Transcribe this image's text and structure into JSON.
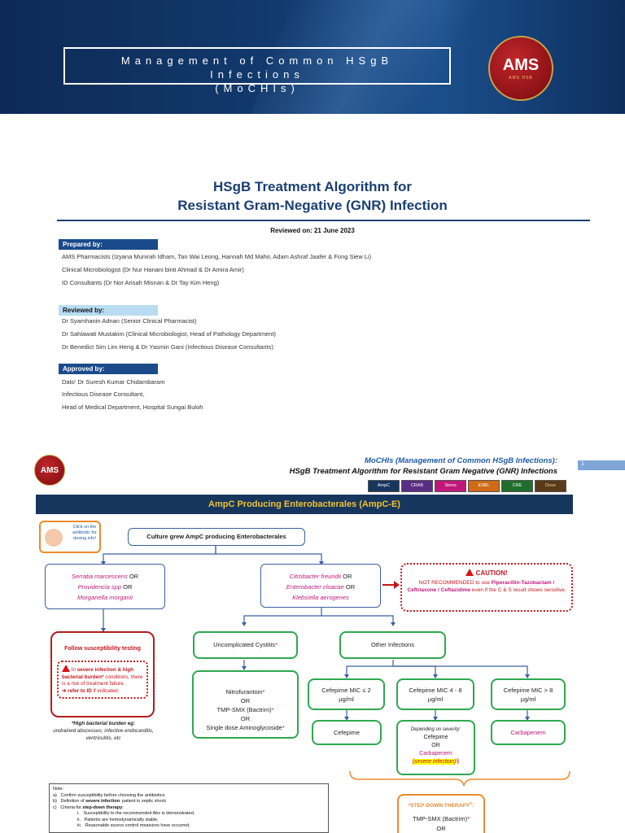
{
  "banner": {
    "title_line1": "Management of Common HSgB Infections",
    "title_line2": "(MoCHIs)",
    "logo_text": "AMS",
    "logo_sub": "AMS HSB"
  },
  "document": {
    "title_line1": "HSgB Treatment Algorithm for",
    "title_line2": "Resistant Gram-Negative (GNR) Infection",
    "reviewed_on": "Reviewed on: 21 June 2023",
    "prepared_by": {
      "label": "Prepared by:",
      "lines": [
        "AMS Pharmacists (Izyana Munirah Idham, Tan Wai Leong, Hannah Md Mahir,  Adam Ashraf Jaafer & Fong Siew Li)",
        "Clinical Microbiologist (Dr Nur Hanani binti Ahmad & Dr Amira Amir)",
        "ID Consultants (Dr Nor Arisah Misnan & Dr Tay Kim Heng)"
      ]
    },
    "reviewed_by": {
      "label": "Reviewed by:",
      "lines": [
        "Dr Syamhanin Adnan (Senior Clinical Pharmacist)",
        "Dr Sahlawati Mustakim (Clinical Microbiologist, Head of Pathology Department)",
        "Dr Benedict Sim Lim Heng & Dr Yasmin Gani (Infectious Disease Consultants)"
      ]
    },
    "approved_by": {
      "label": "Approved by:",
      "lines": [
        "Dato' Dr Suresh Kumar Chidambaram",
        "Infectious Disease Consultant,",
        "Head of Medical Department, Hospital Sungai Buloh"
      ]
    }
  },
  "slide": {
    "logo_text": "AMS",
    "title1": "MoCHIs (Management of Common HSgB Infections):",
    "title2": "HSgB Treatment Algorithm for Resistant Gram Negative (GNR) Infections",
    "page_number": "1",
    "tabs": [
      "AmpC",
      "CRAB",
      "Steno",
      "ESBL",
      "CRE",
      "Dose"
    ],
    "section_title": "AmpC Producing Enterobacterales (AmpC-E)",
    "hint": "Click on the antibiotic for dosing info!",
    "culture": "Culture grew AmpC producing Enterobacterales",
    "left_org": {
      "org1": "Serratia marcescens",
      "org2": "Providencia spp",
      "org3": "Morganella morganii",
      "or": "OR"
    },
    "right_org": {
      "org1": "Citrobacter freundii",
      "org2": "Enterobacter cloacae",
      "org3": "Klebsiella aerogenes",
      "or": "OR"
    },
    "caution": {
      "title": "CAUTION!",
      "text_pre": "NOT RECOMMENDED to use ",
      "drugs": "Piperacillin-Tazobactam / Ceftriaxone / Ceftazidime",
      "text_post": " even if the C & S result shows sensitive."
    },
    "follow": {
      "title": "Follow susceptibility testing",
      "warn_pre": "In ",
      "warn_bold": "severe infection & high bacterial burden*",
      "warn_post": " conditions, there is a risk of treatment failure.",
      "refer_bold": "refer to ID",
      "refer_post": " if indicated."
    },
    "burden_note": {
      "title": "*High bacterial burden eg:",
      "text": "undrained abscesses; infective endocarditis, ventriculitis, etc"
    },
    "uncomplicated": "Uncomplicated Cystitis",
    "other": "Other Infections",
    "cystitis_tx": {
      "d1": "Nitrofurantoin",
      "d2": "TMP-SMX (Bactrim)",
      "d3_pre": "Single dose ",
      "d3": "Aminoglycoside",
      "or": "OR",
      "star": "*"
    },
    "mic": {
      "m1": "Cefepime MIC ≤ 2 µg/ml",
      "m2": "Cefepime MIC 4 - 8 µg/ml",
      "m3": "Cefepime MIC > 8 µg/ml"
    },
    "mic_tx": {
      "t1": "Cefepime",
      "t2_head": "Depending on severity:",
      "t2_a": "Cefepime",
      "t2_or": "OR",
      "t2_b": "Carbapenem",
      "t2_note": "(severe infection)",
      "t2_star": "§",
      "t3": "Carbapenem"
    },
    "stepdown": {
      "title": "*STEP-DOWN THERAPY",
      "title_sup": "c",
      "title_colon": ":",
      "d1": "TMP-SMX (Bactrim)",
      "d1_star": "*",
      "or": "OR"
    },
    "note": {
      "head": "Note:",
      "a_label": "a)",
      "a": "Confirm susceptibility before choosing the antibiotics.",
      "b_label": "b)",
      "b_pre": "Definition of ",
      "b_bold": "severe infection",
      "b_post": ": patient in septic shock",
      "c_label": "c)",
      "c_pre": "Criteria for ",
      "c_bold": "step-down therapy",
      "c_post": ":",
      "i_label": "i.",
      "i": "Susceptibility to the recommended Abx is demonstrated,",
      "ii_label": "ii.",
      "ii": "Patients are hemodynamically stable,",
      "iii_label": "iii.",
      "iii": "Reasonable source control measures have occurred,"
    }
  }
}
